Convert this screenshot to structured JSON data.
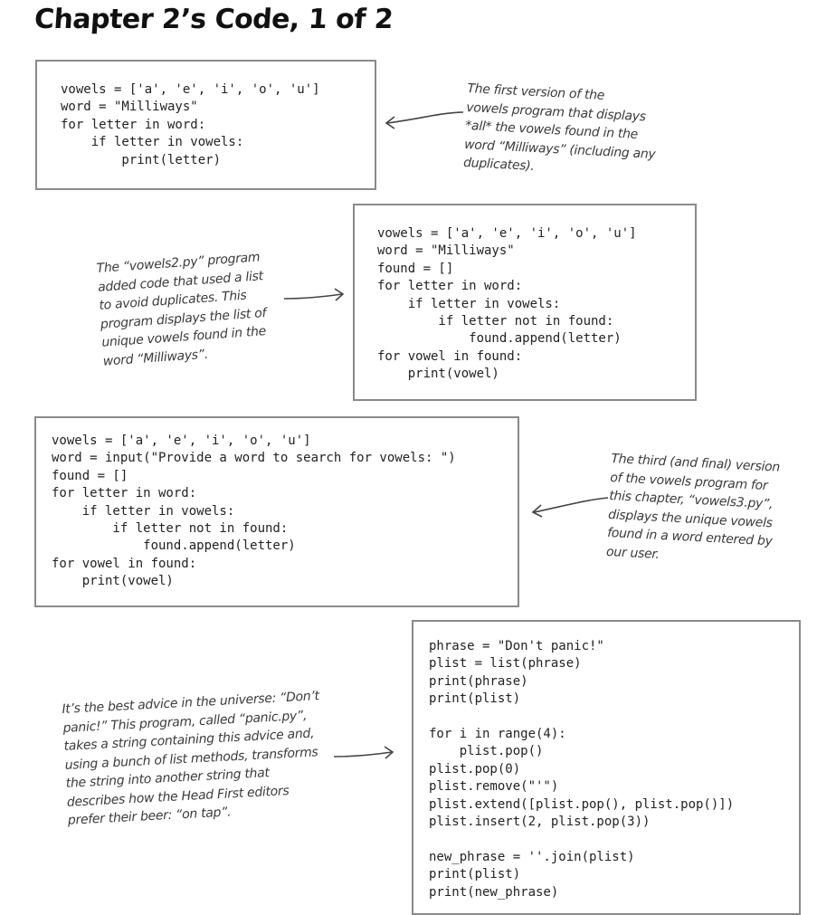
{
  "page": {
    "title": "Chapter 2’s Code, 1 of 2"
  },
  "blocks": [
    {
      "code": [
        "vowels = ['a', 'e', 'i', 'o', 'u']",
        "word = \"Milliways\"",
        "for letter in word:",
        "    if letter in vowels:",
        "        print(letter)"
      ],
      "note": [
        "The first version of the",
        "vowels program that displays",
        "*all* the vowels found in the",
        "word “Milliways” (including any",
        "duplicates)."
      ]
    },
    {
      "code": [
        "vowels = ['a', 'e', 'i', 'o', 'u']",
        "word = \"Milliways\"",
        "found = []",
        "for letter in word:",
        "    if letter in vowels:",
        "        if letter not in found:",
        "            found.append(letter)",
        "for vowel in found:",
        "    print(vowel)"
      ],
      "note": [
        "The “vowels2.py” program",
        "added code that used a list",
        "to avoid duplicates. This",
        "program displays the list of",
        "unique vowels found in the",
        "word “Milliways”."
      ]
    },
    {
      "code": [
        "vowels = ['a', 'e', 'i', 'o', 'u']",
        "word = input(\"Provide a word to search for vowels: \")",
        "found = []",
        "for letter in word:",
        "    if letter in vowels:",
        "        if letter not in found:",
        "            found.append(letter)",
        "for vowel in found:",
        "    print(vowel)"
      ],
      "note": [
        "The third (and final) version",
        "of the vowels program for",
        "this chapter, “vowels3.py”,",
        "displays the unique vowels",
        "found in a word entered by",
        "our user."
      ]
    },
    {
      "code": [
        "phrase = \"Don't panic!\"",
        "plist = list(phrase)",
        "print(phrase)",
        "print(plist)",
        "",
        "for i in range(4):",
        "    plist.pop()",
        "plist.pop(0)",
        "plist.remove(\"'\")",
        "plist.extend([plist.pop(), plist.pop()])",
        "plist.insert(2, plist.pop(3))",
        "",
        "new_phrase = ''.join(plist)",
        "print(plist)",
        "print(new_phrase)"
      ],
      "note": [
        "It’s the best advice in the universe: “Don’t",
        "panic!” This program, called “panic.py”,",
        "takes a string containing this advice and,",
        "using a bunch of list methods, transforms",
        "the string into another string that",
        "describes how the Head First editors",
        "prefer their beer: “on tap”."
      ]
    }
  ]
}
